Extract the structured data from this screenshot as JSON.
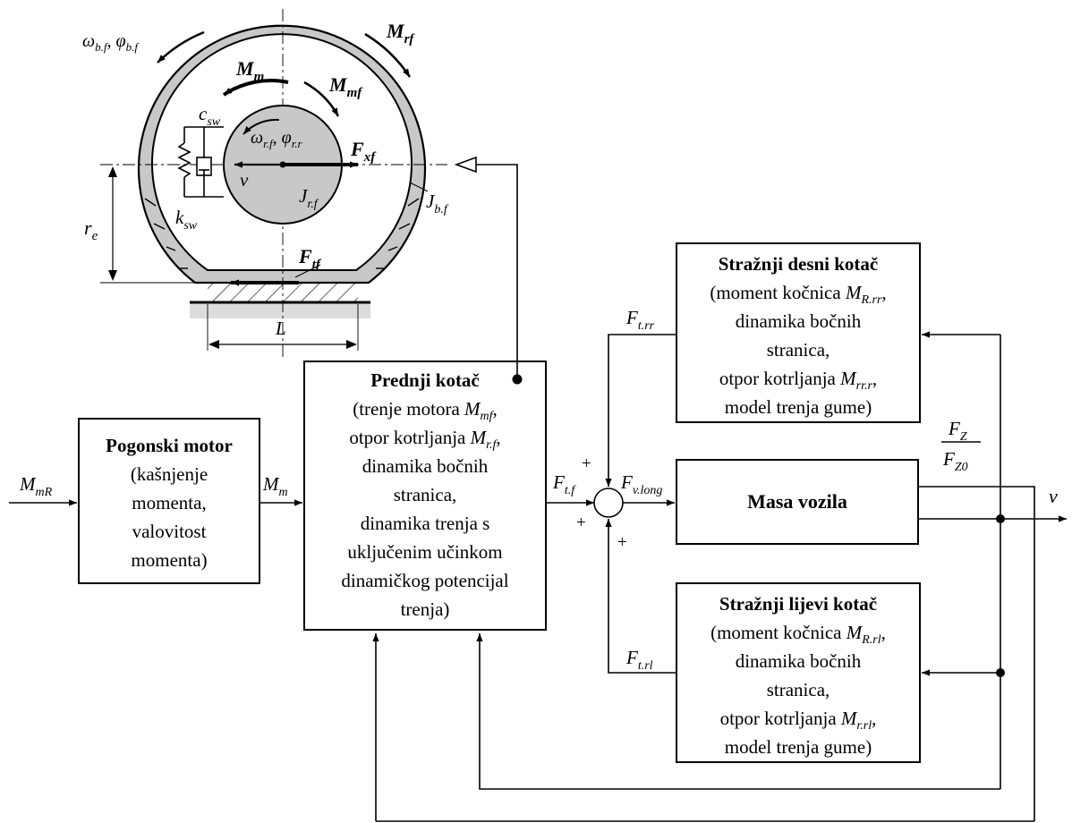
{
  "wheel": {
    "omega_b": "ω",
    "omega_b_sub": "b.f",
    "phi_b": "φ",
    "phi_b_sub": "b.f",
    "M_rf": "M",
    "M_rf_sub": "rf",
    "M_m": "M",
    "M_m_sub": "m",
    "M_mf": "M",
    "M_mf_sub": "mf",
    "c_sw": "c",
    "c_sw_sub": "sw",
    "omega_r": "ω",
    "omega_r_sub": "r.f",
    "phi_r": "φ",
    "phi_r_sub": "r.r",
    "F_xf": "F",
    "F_xf_sub": "xf",
    "v": "v",
    "J_rf": "J",
    "J_rf_sub": "r.f",
    "J_bf": "J",
    "J_bf_sub": "b.f",
    "r_e": "r",
    "r_e_sub": "e",
    "k_sw": "k",
    "k_sw_sub": "sw",
    "F_tf": "F",
    "F_tf_sub": "tf",
    "L": "L"
  },
  "blocks": {
    "motor": {
      "title": "Pogonski motor",
      "lines": [
        "(kašnjenje",
        "momenta,",
        "valovitost",
        "momenta)"
      ]
    },
    "front": {
      "title": "Prednji kotač",
      "lines": [
        "(trenje motora ",
        "otpor kotrljanja ",
        "dinamika bočnih",
        "stranica,",
        "dinamika trenja s",
        "uključenim učinkom",
        "dinamičkog potencijal",
        "trenja)"
      ],
      "sym1": "M",
      "sym1_sub": "mf",
      "sym2": "M",
      "sym2_sub": "r.f"
    },
    "rear_right": {
      "title": "Stražnji desni kotač",
      "line1": "(moment kočnica ",
      "sym1": "M",
      "sym1_sub": "R.rr",
      "line2": "dinamika bočnih",
      "line3": "stranica,",
      "line4": "otpor kotrljanja ",
      "sym2": "M",
      "sym2_sub": "rr.r",
      "line5": "model trenja gume)"
    },
    "rear_left": {
      "title": "Stražnji lijevi kotač",
      "line1": "(moment kočnica ",
      "sym1": "M",
      "sym1_sub": "R.rl",
      "line2": "dinamika bočnih",
      "line3": "stranica,",
      "line4": "otpor kotrljanja ",
      "sym2": "M",
      "sym2_sub": "r.rl",
      "line5": "model trenja gume)"
    },
    "mass": {
      "title": "Masa vozila"
    }
  },
  "signals": {
    "M_mR": "M",
    "M_mR_sub": "mR",
    "M_m": "M",
    "M_m_sub": "m",
    "F_tf": "F",
    "F_tf_sub": "t.f",
    "F_vlong": "F",
    "F_vlong_sub": "v.long",
    "F_trr": "F",
    "F_trr_sub": "t.rr",
    "F_trl": "F",
    "F_trl_sub": "t.rl",
    "F_Z": "F",
    "F_Z_sub": "Z",
    "F_Z0": "F",
    "F_Z0_sub": "Z0",
    "v": "v",
    "plus": "+"
  }
}
